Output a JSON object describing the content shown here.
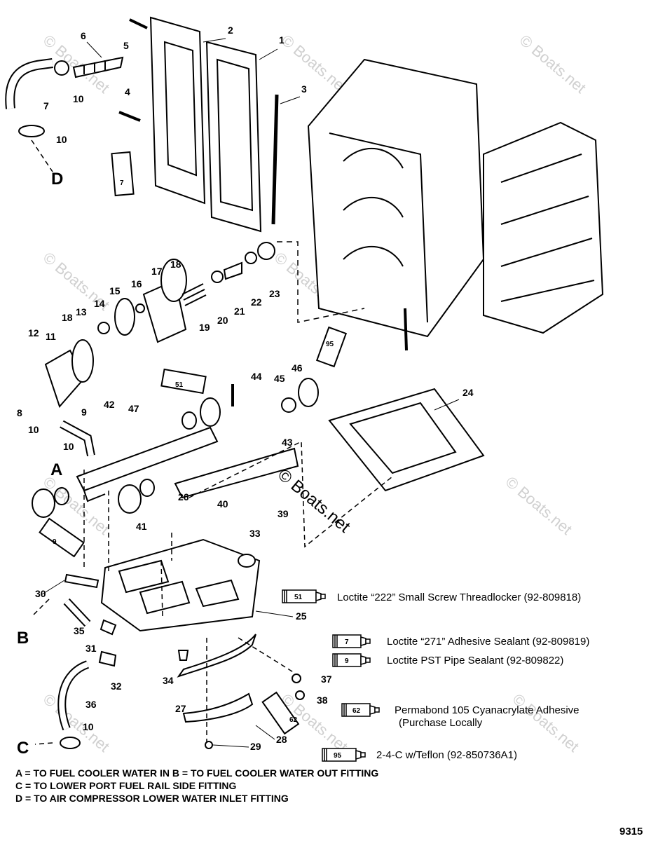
{
  "callouts": [
    "1",
    "2",
    "3",
    "4",
    "5",
    "6",
    "7",
    "8",
    "9",
    "10",
    "11",
    "12",
    "13",
    "14",
    "15",
    "16",
    "17",
    "18",
    "19",
    "20",
    "21",
    "22",
    "23",
    "24",
    "25",
    "26",
    "27",
    "28",
    "29",
    "30",
    "31",
    "32",
    "33",
    "34",
    "35",
    "36",
    "37",
    "38",
    "39",
    "40",
    "41",
    "42",
    "43",
    "44",
    "45",
    "46",
    "47"
  ],
  "connection_letters": {
    "a": "A",
    "b": "B",
    "c": "C",
    "d": "D"
  },
  "tube_tags": {
    "t7": "7",
    "t9": "9",
    "t51": "51",
    "t62": "62",
    "t95": "95"
  },
  "watermark": "© Boats.net",
  "legend": [
    {
      "tube": "51",
      "text": "Loctite “222” Small Screw Threadlocker  (92-809818)"
    },
    {
      "tube": "7",
      "text": "Loctite “271” Adhesive Sealant (92-809819)"
    },
    {
      "tube": "9",
      "text": "Loctite PST Pipe Sealant (92-809822)"
    },
    {
      "tube": "62",
      "text": "Permabond 105 Cyanacrylate Adhesive",
      "text2": "(Purchase Locally"
    },
    {
      "tube": "95",
      "text": "2-4-C w/Teflon (92-850736A1)"
    }
  ],
  "notes": [
    "A = TO FUEL COOLER WATER IN     B =  TO FUEL COOLER WATER OUT FITTING",
    "C = TO LOWER PORT FUEL RAIL SIDE FITTING",
    "D = TO AIR COMPRESSOR LOWER WATER INLET FITTING"
  ],
  "figure_number": "9315"
}
